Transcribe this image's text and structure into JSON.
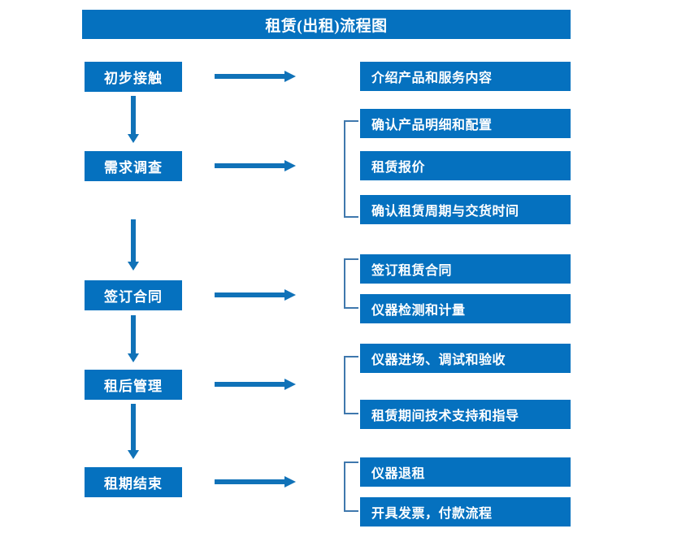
{
  "diagram": {
    "title": "租赁(出租)流程图",
    "colors": {
      "box_fill": "#0571bf",
      "box_text": "#ffffff",
      "arrow": "#1072b8",
      "bracket": "#3f78ad",
      "background": "#ffffff"
    },
    "stages": [
      {
        "id": "stage-1",
        "label": "初步接触"
      },
      {
        "id": "stage-2",
        "label": "需求调查"
      },
      {
        "id": "stage-3",
        "label": "签订合同"
      },
      {
        "id": "stage-4",
        "label": "租后管理"
      },
      {
        "id": "stage-5",
        "label": "租期结束"
      }
    ],
    "details": [
      {
        "id": "detail-1-1",
        "label": "介绍产品和服务内容",
        "stage": "stage-1"
      },
      {
        "id": "detail-2-1",
        "label": "确认产品明细和配置",
        "stage": "stage-2"
      },
      {
        "id": "detail-2-2",
        "label": "租赁报价",
        "stage": "stage-2"
      },
      {
        "id": "detail-2-3",
        "label": "确认租赁周期与交货时间",
        "stage": "stage-2"
      },
      {
        "id": "detail-3-1",
        "label": "签订租赁合同",
        "stage": "stage-3"
      },
      {
        "id": "detail-3-2",
        "label": "仪器检测和计量",
        "stage": "stage-3"
      },
      {
        "id": "detail-4-1",
        "label": "仪器进场、调试和验收",
        "stage": "stage-4"
      },
      {
        "id": "detail-4-2",
        "label": "租赁期间技术支持和指导",
        "stage": "stage-4"
      },
      {
        "id": "detail-5-1",
        "label": "仪器退租",
        "stage": "stage-5"
      },
      {
        "id": "detail-5-2",
        "label": "开具发票，付款流程",
        "stage": "stage-5"
      }
    ]
  }
}
